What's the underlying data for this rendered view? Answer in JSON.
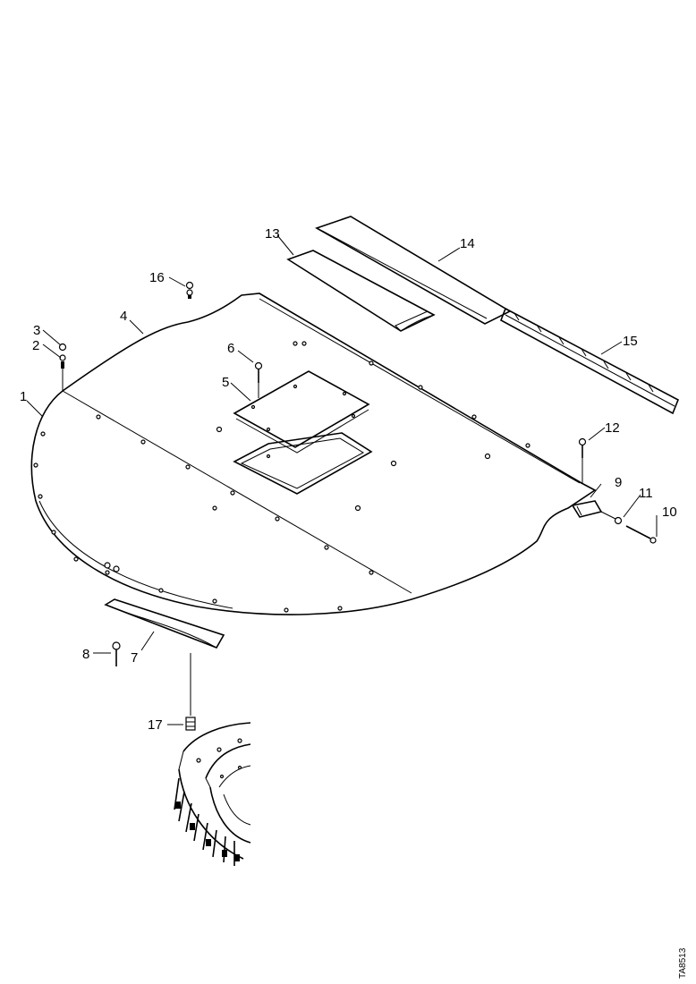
{
  "diagram": {
    "callouts": [
      "1",
      "2",
      "3",
      "4",
      "5",
      "6",
      "7",
      "8",
      "9",
      "10",
      "11",
      "12",
      "13",
      "14",
      "15",
      "16",
      "17"
    ],
    "reference_code": "TA8513"
  }
}
